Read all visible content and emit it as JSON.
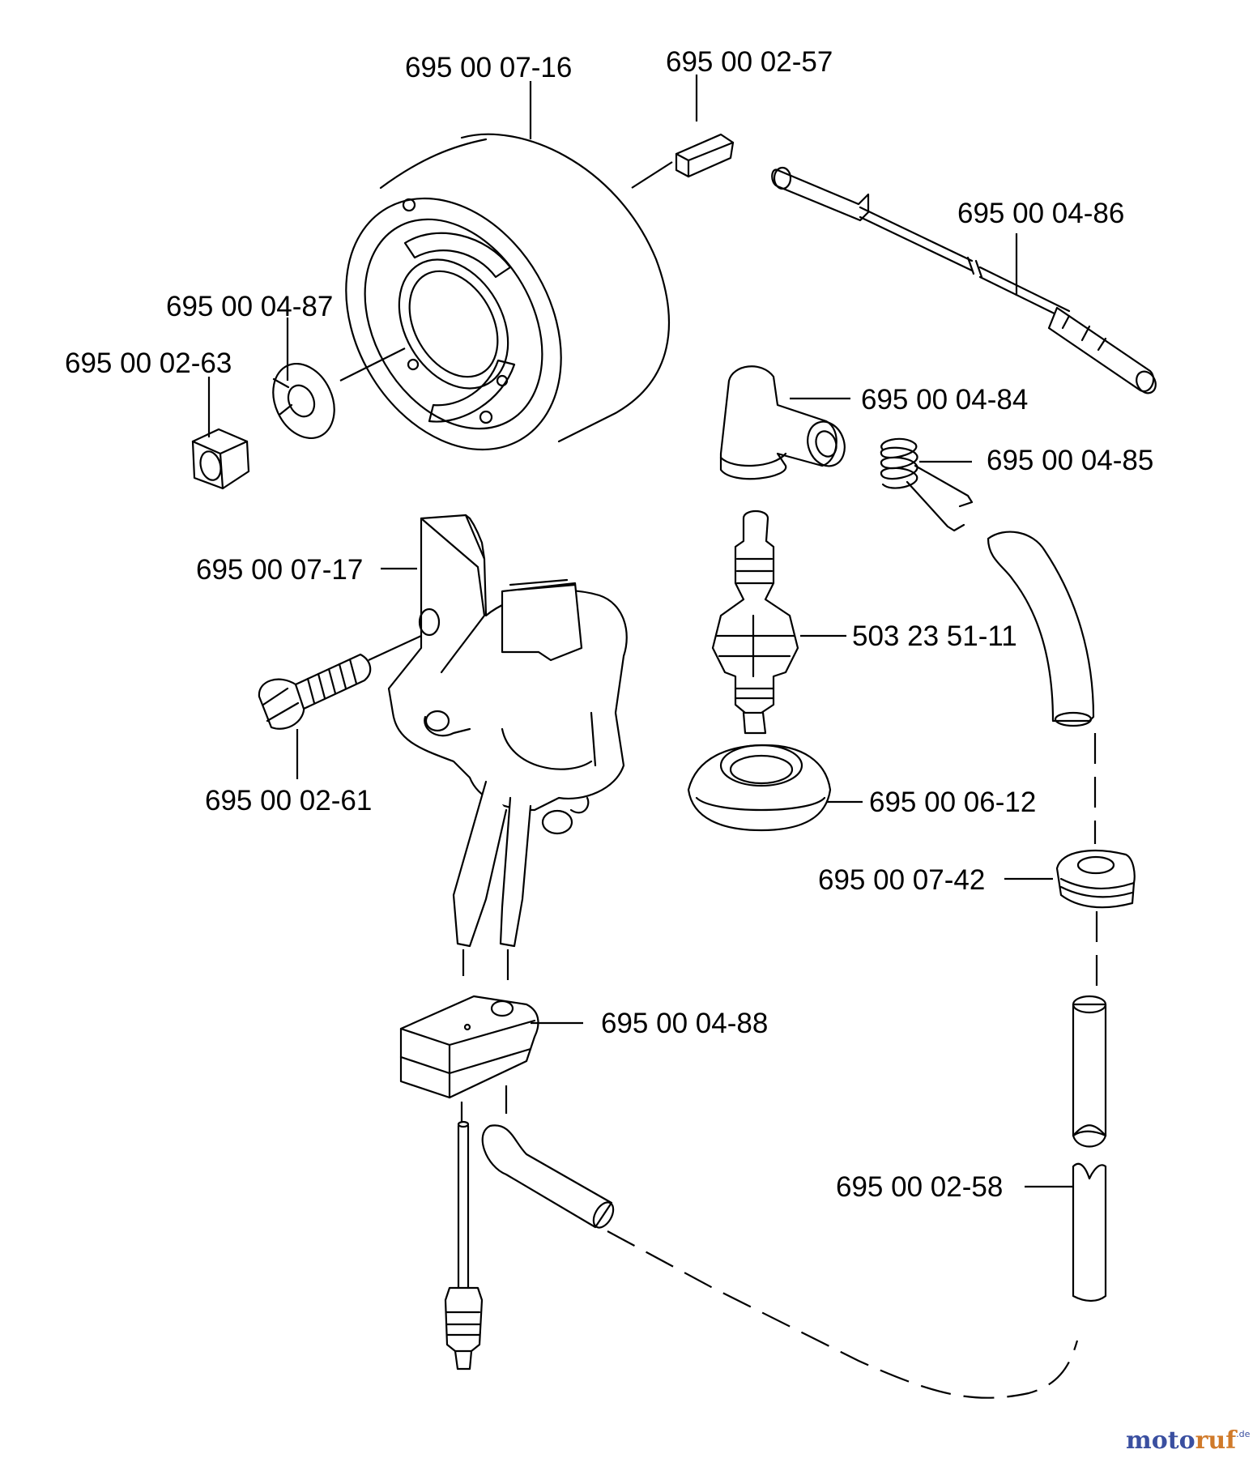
{
  "parts": [
    {
      "id": "flywheel",
      "label": "695 00 07-16"
    },
    {
      "id": "key",
      "label": "695 00 02-57"
    },
    {
      "id": "hv-lead",
      "label": "695 00 04-86"
    },
    {
      "id": "washer",
      "label": "695 00 04-87"
    },
    {
      "id": "nut",
      "label": "695 00 02-63"
    },
    {
      "id": "plug-cap",
      "label": "695 00 04-84"
    },
    {
      "id": "spring",
      "label": "695 00 04-85"
    },
    {
      "id": "ignition-module",
      "label": "695 00 07-17"
    },
    {
      "id": "spark-plug",
      "label": "503 23 51-11"
    },
    {
      "id": "screw",
      "label": "695 00 02-61"
    },
    {
      "id": "grommet",
      "label": "695 00 06-12"
    },
    {
      "id": "clip",
      "label": "695 00 07-42"
    },
    {
      "id": "terminal-block",
      "label": "695 00 04-88"
    },
    {
      "id": "cable",
      "label": "695 00 02-58"
    }
  ],
  "watermark": {
    "part1": "moto",
    "part2": "ruf",
    "suffix": ".de"
  },
  "colors": {
    "line": "#000000",
    "background": "#ffffff",
    "watermark_blue": "#3a4fa0",
    "watermark_orange": "#d07a2a"
  }
}
